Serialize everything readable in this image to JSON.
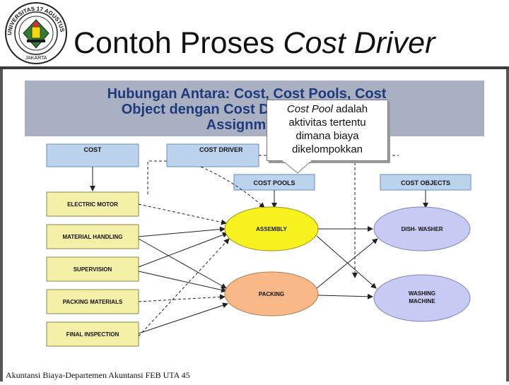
{
  "slide": {
    "title_normal": "Contoh Proses ",
    "title_italic": "Cost Driver",
    "footer": "Akuntansi Biaya-Departemen Akuntansi FEB UTA 45",
    "logo": {
      "ring_text": "UNIVERSITAS 17 AGUSTUS 1945",
      "city_text": "JAKARTA"
    }
  },
  "diagram": {
    "heading_lines": [
      "Hubungan Antara: Cost, Cost Pools, Cost",
      "Object dengan Cost Drivers dan Cost",
      "Assignment"
    ],
    "boxes": {
      "cost": "COST",
      "cost_driver": "COST DRIVER",
      "cost_pools": "COST POOLS",
      "cost_objects": "COST OBJECTS"
    },
    "costs": [
      "ELECTRIC MOTOR",
      "MATERIAL HANDLING",
      "SUPERVISION",
      "PACKING MATERIALS",
      "FINAL INSPECTION"
    ],
    "pools": [
      "ASSEMBLY",
      "PACKING"
    ],
    "objects": [
      [
        "DISH- WASHER"
      ],
      [
        "WASHING",
        "MACHINE"
      ]
    ],
    "colors": {
      "heading_band": "#a9b0c2",
      "heading_text": "#1f3a7a",
      "top_box": "#bcd3ee",
      "cost_box": "#f4f0a8",
      "assembly": "#f7f21e",
      "packing": "#f8b887",
      "objects": "#c7caf2"
    }
  },
  "callout": {
    "italic": "Cost Pool",
    "rest_first": " adalah",
    "lines": [
      "aktivitas tertentu",
      "dimana biaya",
      "dikelompokkan"
    ]
  }
}
